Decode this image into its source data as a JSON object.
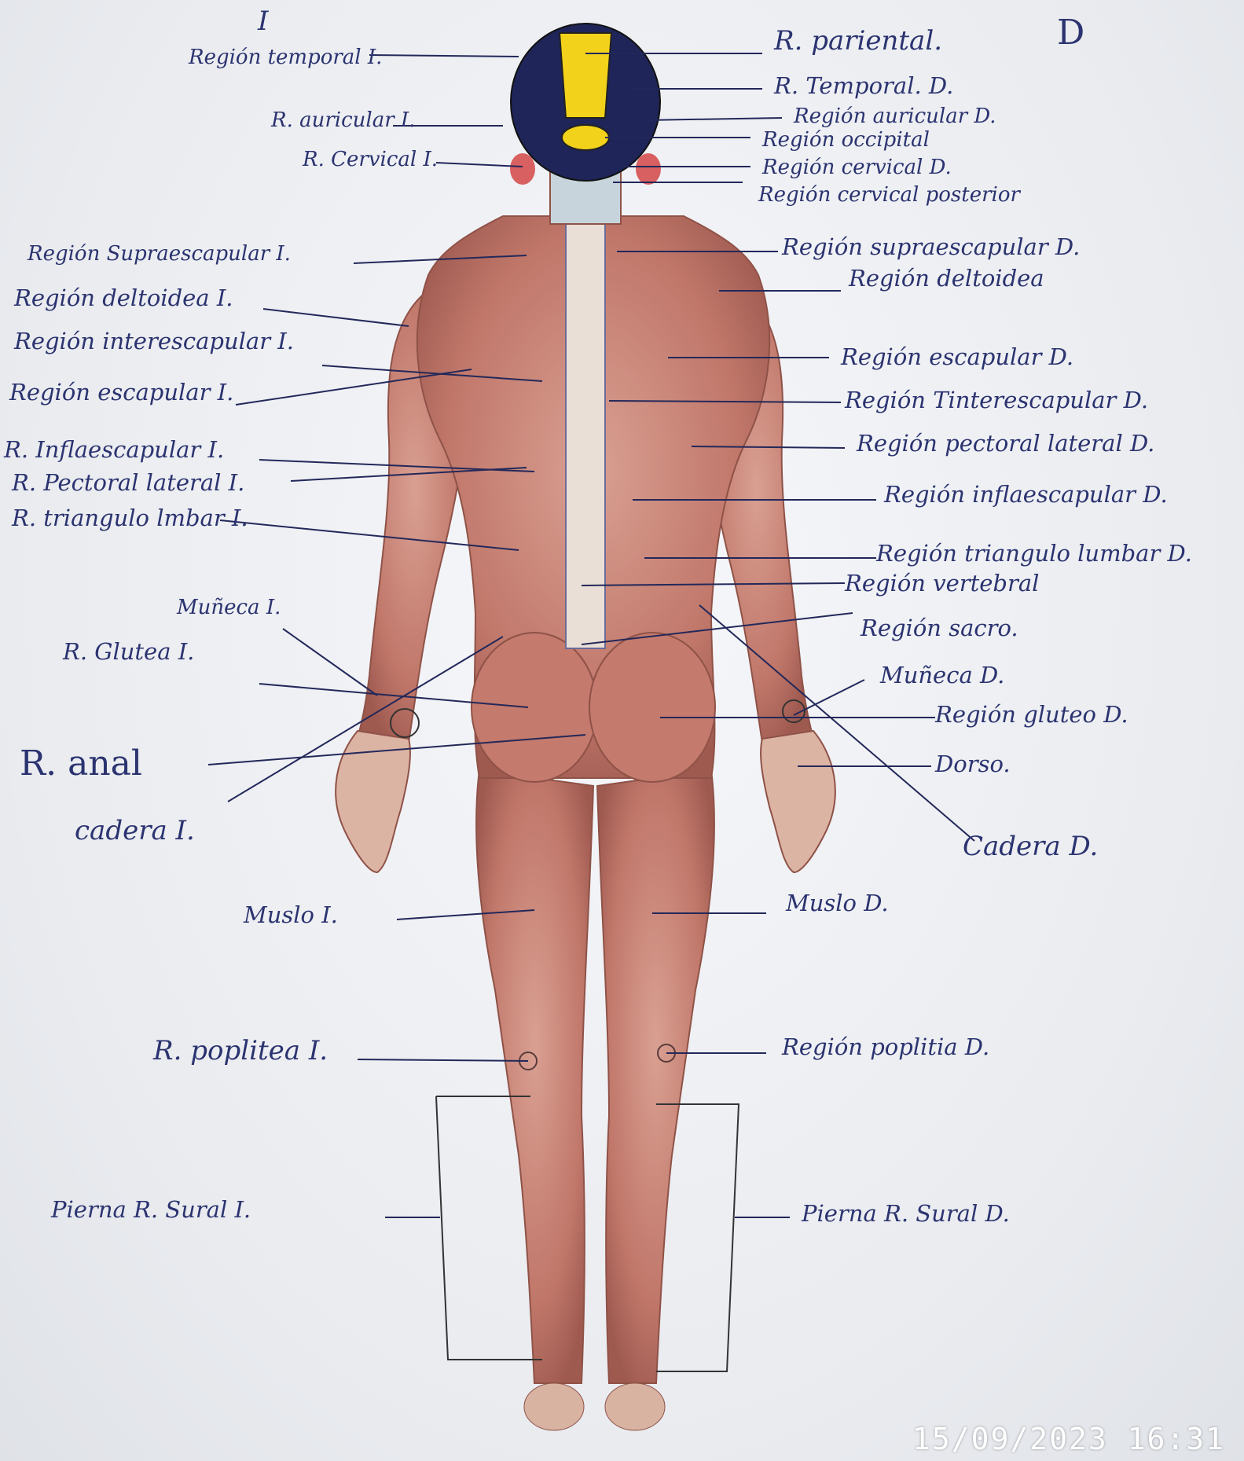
{
  "header": {
    "left_mark": "I",
    "right_mark": "D"
  },
  "left_labels": [
    "Región temporal I.",
    "R. auricular I.",
    "R. Cervical I.",
    "Región Supraescapular I.",
    "Región deltoidea I.",
    "Región interescapular I.",
    "Región escapular I.",
    "R. Inflaescapular I.",
    "R. Pectoral lateral I.",
    "R. triangulo lmbar I.",
    "Muñeca I.",
    "R. Glutea I.",
    "R. anal",
    "cadera I.",
    "Muslo I.",
    "R. poplitea I.",
    "Pierna R. Sural I."
  ],
  "right_labels": [
    "R. pariental.",
    "R. Temporal. D.",
    "Región auricular D.",
    "Región occipital",
    "Región cervical D.",
    "Región cervical posterior",
    "Región supraescapular D.",
    "Región deltoidea",
    "Región escapular D.",
    "Región Tinterescapular D.",
    "Región pectoral lateral D.",
    "Región inflaescapular D.",
    "Región triangulo lumbar D.",
    "Región vertebral",
    "Región sacro.",
    "Muñeca D.",
    "Región gluteo D.",
    "Dorso.",
    "Cadera D.",
    "Muslo D.",
    "Región poplitia D.",
    "Pierna R. Sural D."
  ],
  "timestamp": "15/09/2023  16:31",
  "colors": {
    "ink": "#2b3370",
    "muscle": "#c98a7d",
    "hair": "#1a2050",
    "highlight": "#f2d21a"
  }
}
